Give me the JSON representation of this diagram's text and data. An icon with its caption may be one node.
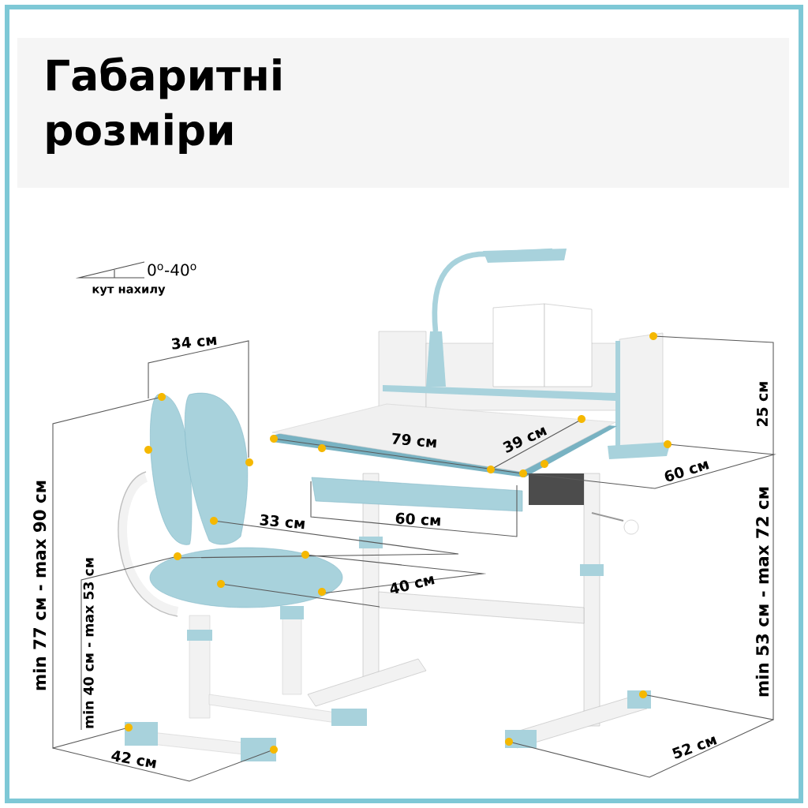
{
  "diagram": {
    "title": "Габаритні розміри",
    "labels": [
      "0$^{o}$-40$^{o}$",
      "кут нахилу",
      "34 см",
      "min 77 см - max 90 см",
      "min 40 см - max 53 см",
      "33 см",
      "40 см",
      "42 см",
      "79 см",
      "39 см",
      "60 см",
      "60 см",
      "25 см",
      "min 53 см - max 72 см",
      "52 см"
    ]
  }
}
